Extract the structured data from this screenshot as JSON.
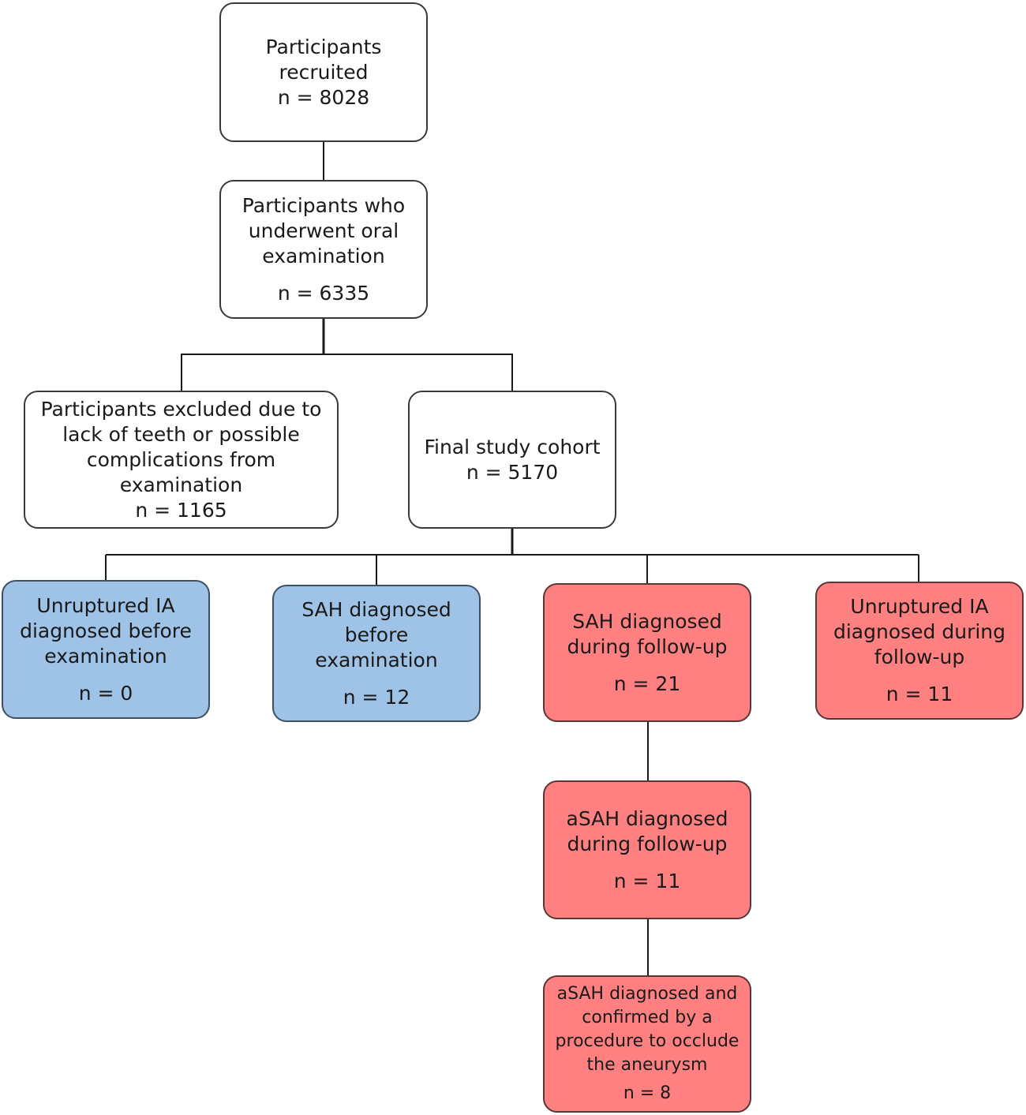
{
  "boxes": {
    "recruited": {
      "title": "Participants\nrecruited",
      "count": "n = 8028"
    },
    "oral_exam": {
      "title": "Participants who\nunderwent oral\nexamination",
      "count": "n = 6335"
    },
    "excluded": {
      "title": "Participants excluded due to\nlack of teeth or possible\ncomplications from\nexamination",
      "count": "n = 1165"
    },
    "final": {
      "title": "Final study cohort",
      "count": "n = 5170"
    },
    "unruptured_before": {
      "title": "Unruptured IA\ndiagnosed before\nexamination",
      "count": "n = 0"
    },
    "sah_before": {
      "title": "SAH diagnosed\nbefore\nexamination",
      "count": "n = 12"
    },
    "sah_followup": {
      "title": "SAH diagnosed\nduring follow-up",
      "count": "n = 21"
    },
    "unruptured_followup": {
      "title": "Unruptured IA\ndiagnosed during\nfollow-up",
      "count": "n = 11"
    },
    "asah_followup": {
      "title": "aSAH diagnosed\nduring follow-up",
      "count": "n = 11"
    },
    "asah_confirmed": {
      "title": "aSAH diagnosed and\nconfirmed by a\nprocedure to occlude\nthe aneurysm",
      "count": "n = 8"
    }
  },
  "colors": {
    "before_exam_fill": "#9fc3e7",
    "follow_up_fill": "#ff8080",
    "default_fill": "#ffffff",
    "line": "#1a1a1a"
  }
}
